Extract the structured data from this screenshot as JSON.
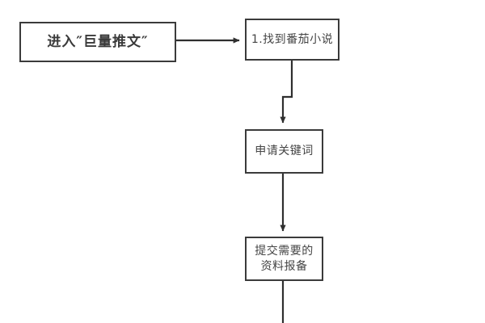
{
  "diagram": {
    "type": "flowchart",
    "orientation": "top-down",
    "background_color": "#ffffff",
    "line_color": "#3b3b3b",
    "node_border_color": "#3b3b3b",
    "node_fill_color": "#ffffff",
    "text_color": "#454545",
    "emphasis_text_color": "#3a3a3a",
    "nodes": [
      {
        "id": "entry",
        "label": "进入″巨量推文″",
        "shape": "rectangle",
        "emphasis": "bold"
      },
      {
        "id": "find-novel",
        "label": "1.找到番茄小说",
        "shape": "rectangle",
        "emphasis": "normal"
      },
      {
        "id": "apply-keyword",
        "label": "申请关键词",
        "shape": "rectangle",
        "emphasis": "normal"
      },
      {
        "id": "submit-materials",
        "label": "提交需要的\n资料报备",
        "shape": "rectangle",
        "emphasis": "normal"
      }
    ],
    "edges": [
      {
        "id": "entry-to-find-novel",
        "from": "entry",
        "to": "find-novel",
        "style": "straight-horizontal",
        "arrow": "end",
        "label": ""
      },
      {
        "id": "find-novel-to-apply-keyword",
        "from": "find-novel",
        "to": "apply-keyword",
        "style": "stepped-vertical",
        "arrow": "end",
        "label": ""
      },
      {
        "id": "apply-keyword-to-submit-materials",
        "from": "apply-keyword",
        "to": "submit-materials",
        "style": "straight-vertical",
        "arrow": "end",
        "label": ""
      },
      {
        "id": "submit-materials-continues",
        "from": "submit-materials",
        "to": "off-canvas-below",
        "style": "straight-vertical",
        "arrow": "none",
        "label": ""
      }
    ]
  }
}
